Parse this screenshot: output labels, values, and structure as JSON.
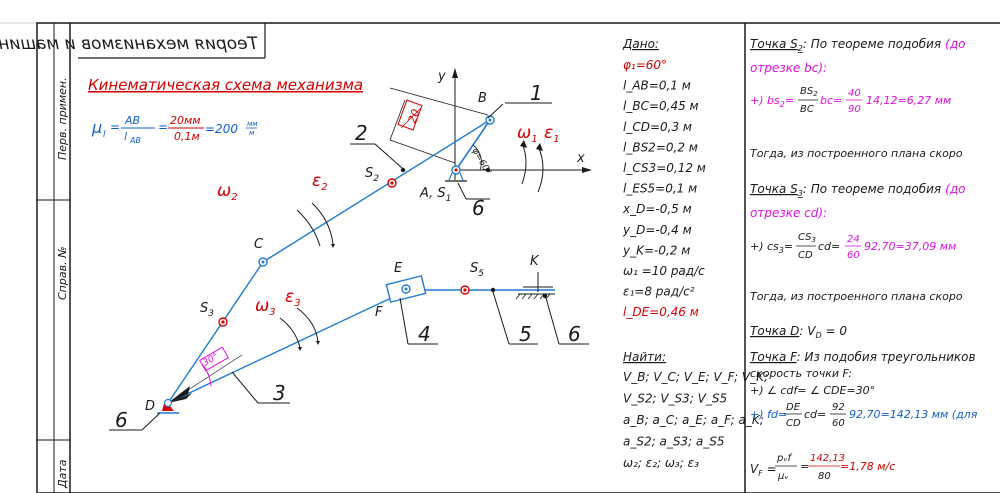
{
  "frame": {
    "side_labels": [
      "Перв. примен.",
      "Справ. №",
      "Дата"
    ]
  },
  "title": "Теория механизмов и машин",
  "scheme": {
    "heading": "Кинематическая схема механизма",
    "scale": {
      "mu": "μ",
      "sub": "l",
      "num_l": "AB",
      "den_l": "l",
      "den_sub": "AB",
      "num_r": "20мм",
      "den_r": "0,1м",
      "result": "=200",
      "unit_num": "мм",
      "unit_den": "м"
    },
    "points": {
      "A": "A, S",
      "A_sub": "1",
      "B": "B",
      "C": "C",
      "D": "D",
      "E": "E",
      "F": "F",
      "K": "K",
      "S2": "S",
      "S2_sub": "2",
      "S3": "S",
      "S3_sub": "3",
      "S5": "S",
      "S5_sub": "5",
      "y": "y",
      "x": "x"
    },
    "omega1": "ω",
    "omega1_sub": "1",
    "eps1": "ε",
    "eps1_sub": "1",
    "omega2": "ω",
    "omega2_sub": "2",
    "eps2": "ε",
    "eps2_sub": "2",
    "omega3": "ω",
    "omega3_sub": "3",
    "eps3": "ε",
    "eps3_sub": "3",
    "link_numbers": [
      "1",
      "2",
      "3",
      "4",
      "5",
      "6",
      "6",
      "6"
    ],
    "dim20": "20",
    "angle60": "φ=60°",
    "angle30": "30°"
  },
  "given": {
    "title": "Дано:",
    "lines": [
      {
        "text": "φ₁=60°",
        "color": "#d40000"
      },
      {
        "text": "l_AB=0,1 м",
        "color": "#1a1a1a"
      },
      {
        "text": "l_BC=0,45 м",
        "color": "#1a1a1a"
      },
      {
        "text": "l_CD=0,3 м",
        "color": "#1a1a1a"
      },
      {
        "text": "l_BS2=0,2 м",
        "color": "#1a1a1a"
      },
      {
        "text": "l_CS3=0,12 м",
        "color": "#1a1a1a"
      },
      {
        "text": "l_ES5=0,1 м",
        "color": "#1a1a1a"
      },
      {
        "text": "x_D=-0,5 м",
        "color": "#1a1a1a"
      },
      {
        "text": "y_D=-0,4 м",
        "color": "#1a1a1a"
      },
      {
        "text": "y_K=-0,2 м",
        "color": "#1a1a1a"
      },
      {
        "text": "ω₁ =10 рад/с",
        "color": "#1a1a1a"
      },
      {
        "text": "ε₁=8 рад/с²",
        "color": "#1a1a1a"
      },
      {
        "text": "l_DE=0,46 м",
        "color": "#d40000"
      }
    ],
    "find_title": "Найти:",
    "find_lines": [
      "V_B; V_C; V_E; V_F; V_K;",
      "V_S2; V_S3; V_S5",
      "a_B; a_C; a_E; a_F; a_K;",
      "a_S2; a_S3; a_S5",
      "ω₂; ε₂; ω₃; ε₃"
    ]
  },
  "solution": {
    "s2_head": "Точка S",
    "s2_sub": "2",
    "s2_text": ": По теореме подобия",
    "s2_mag1": "(до",
    "s2_mag2": "отрезке bc):",
    "s2_formula_left": "+) bs",
    "s2_formula_sub": "2",
    "s2_formula_eq": "=",
    "s2_frac_num": "BS",
    "s2_frac_num_sub": "2",
    "s2_frac_den": "BC",
    "s2_bc": "bc=",
    "s2_frac2_num": "40",
    "s2_frac2_den": "90",
    "s2_result": "14,12=6,27 мм",
    "then1": "Тогда, из построенного плана скоро",
    "s3_head": "Точка S",
    "s3_sub": "3",
    "s3_text": ": По теореме подобия",
    "s3_mag1": "(до",
    "s3_mag2": "отрезке cd):",
    "s3_formula_left": "+) cs",
    "s3_formula_sub": "3",
    "s3_formula_eq": "=",
    "s3_frac_num": "CS",
    "s3_frac_num_sub": "3",
    "s3_frac_den": "CD",
    "s3_cd": "cd=",
    "s3_frac2_num": "24",
    "s3_frac2_den": "60",
    "s3_result": "92,70=37,09 мм",
    "then2": "Тогда, из построенного плана скоро",
    "d_head": "Точка D",
    "d_text": ": V",
    "d_sub": "D",
    "d_eq": " = 0",
    "f_head": "Точка F",
    "f_text": ": Из подобия треугольников",
    "f_text2": "скорость точки F:",
    "f_angle": "+) ∠ cdf= ∠ CDE=30°",
    "f_fd_left": "+) fd=",
    "f_fd_num": "DE",
    "f_fd_den": "CD",
    "f_fd_cd": "cd=",
    "f_fd_num2": "92",
    "f_fd_den2": "60",
    "f_fd_result": "92,70=142,13 мм (для",
    "vf_left": "V",
    "vf_sub": "F",
    "vf_eq": " =",
    "vf_num": "pᵥf",
    "vf_den": "μᵥ",
    "vf_eq2": "=",
    "vf_num2": "142,13",
    "vf_den2": "80",
    "vf_result": "=1,78 м/с"
  },
  "colors": {
    "link": "#1f7ad6",
    "accent_red": "#d40000",
    "accent_magenta": "#e010e0",
    "ink": "#1a1a1a"
  }
}
